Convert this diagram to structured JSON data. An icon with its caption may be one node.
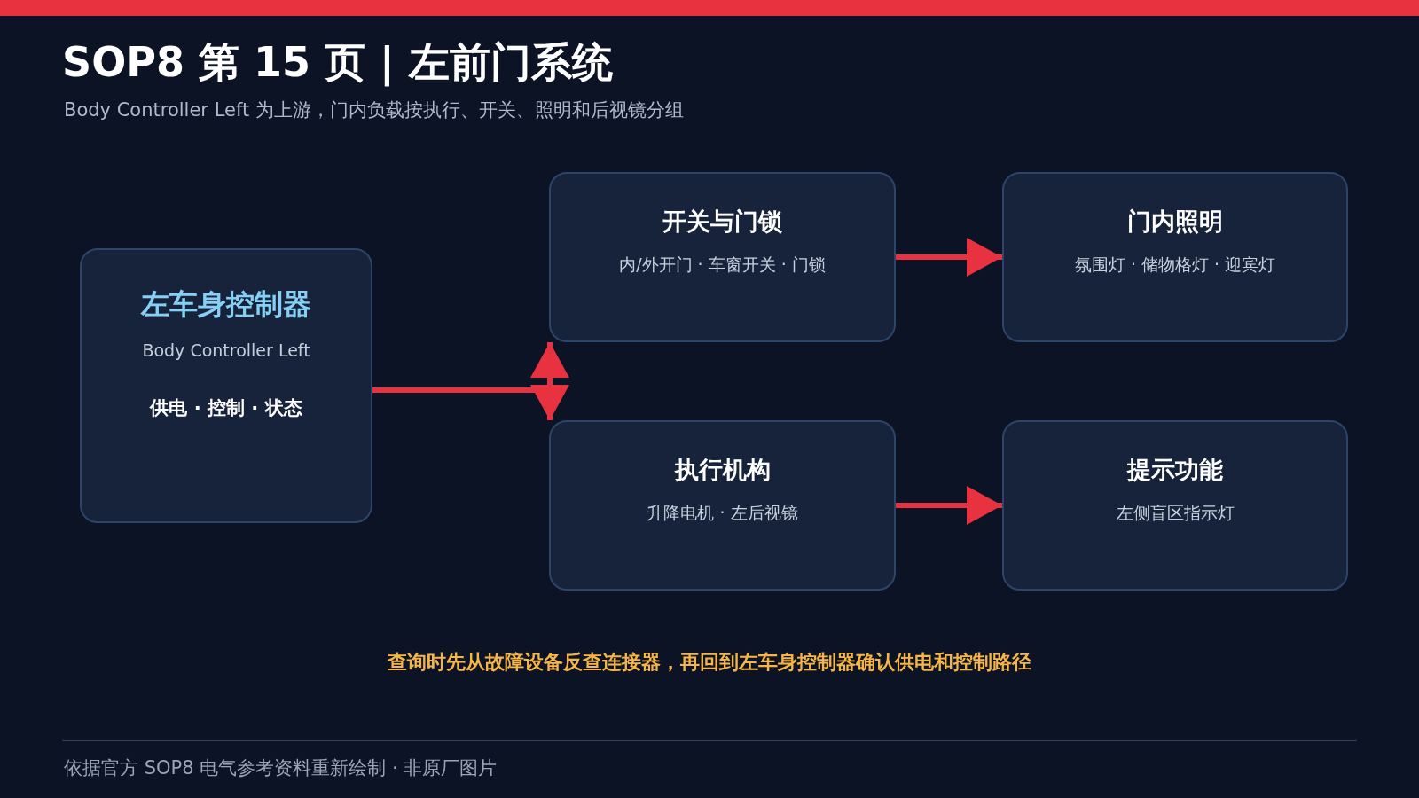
{
  "diagram": {
    "title": "SOP8 第 15 页 | 左前门系统",
    "nodes": [
      {
        "text": [
          "左车身控制器",
          "Body Controller Left",
          "供电 · 控制 · 状态"
        ]
      },
      {
        "text": [
          "开关与门锁",
          "内/外开门 · 车窗开关 · 门锁"
        ]
      },
      {
        "text": [
          "门内照明",
          "氛围灯 · 储物格灯 · 迎宾灯"
        ]
      },
      {
        "text": [
          "执行机构",
          "升降电机 · 左后视镜"
        ]
      },
      {
        "text": [
          "提示功能",
          "左侧盲区指示灯"
        ]
      }
    ],
    "edges": [
      {
        "from": 0,
        "to": 1,
        "arrow": "to"
      },
      {
        "from": 0,
        "to": 3,
        "arrow": "to"
      },
      {
        "from": 1,
        "to": 2,
        "arrow": "to"
      },
      {
        "from": 3,
        "to": 4,
        "arrow": "to"
      }
    ],
    "labels": [
      "Body Controller Left 为上游，门内负载按执行、开关、照明和后视镜分组",
      "查询时先从故障设备反查连接器，再回到左车身控制器确认供电和控制路径",
      "依据官方 SOP8 电气参考资料重新绘制 · 非原厂图片"
    ]
  }
}
